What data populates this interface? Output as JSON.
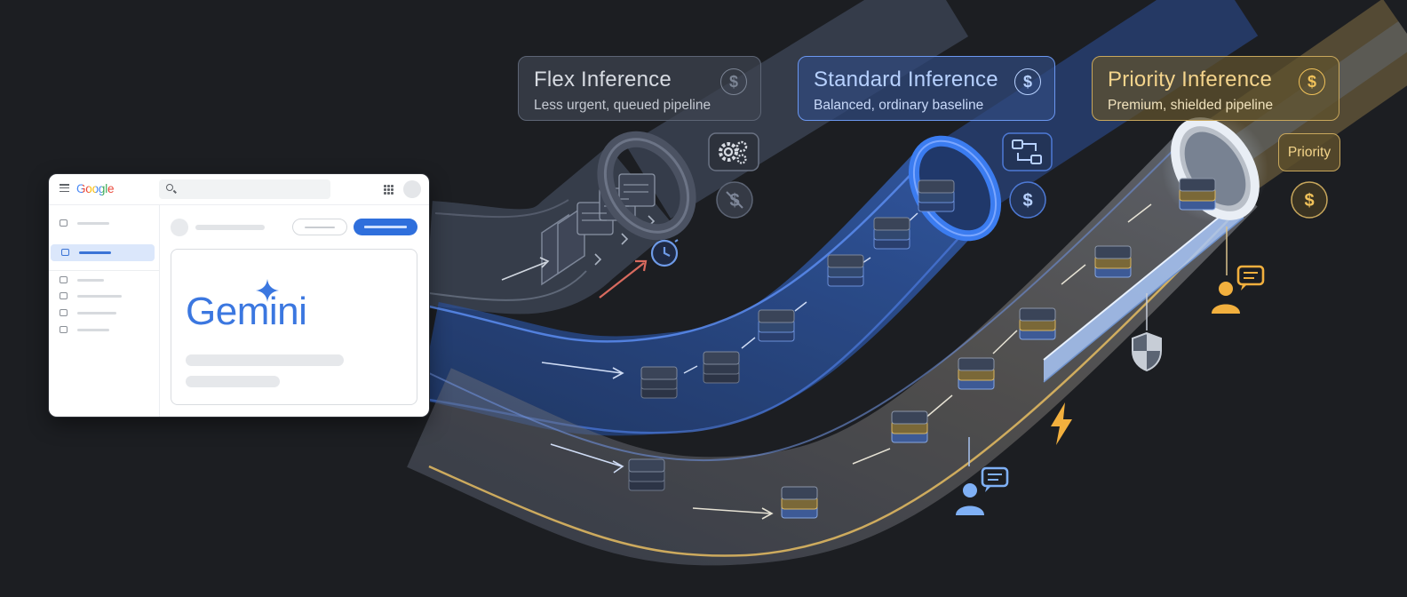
{
  "tiers": {
    "flex": {
      "title": "Flex Inference",
      "subtitle": "Less urgent, queued pipeline",
      "coin": "$"
    },
    "standard": {
      "title": "Standard Inference",
      "subtitle": "Balanced, ordinary baseline",
      "coin": "$"
    },
    "priority": {
      "title": "Priority Inference",
      "subtitle": "Premium, shielded pipeline",
      "coin": "$",
      "tag": "Priority"
    }
  },
  "browser": {
    "logo": "Google",
    "wordmark": "Gemini"
  },
  "icons": {
    "flex": [
      "gears-icon",
      "no-cost-icon",
      "clock-icon"
    ],
    "standard": [
      "swap-icon",
      "dollar-icon"
    ],
    "priority": [
      "dollar-icon",
      "shield-icon",
      "lightning-icon",
      "user-chat-icon"
    ]
  },
  "colors": {
    "background": "#1c1e22",
    "flex": "#5d6575",
    "standard": "#3b7cf0",
    "priority": "#e2b75a",
    "brand_blue": "#3b77e0"
  }
}
